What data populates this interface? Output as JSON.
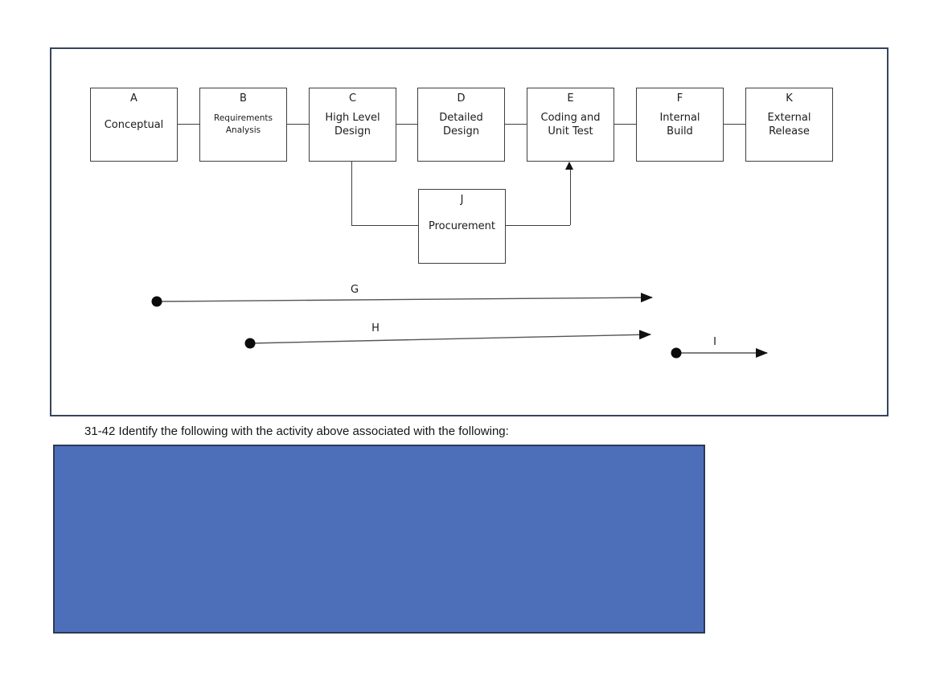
{
  "diagram": {
    "boxes": [
      {
        "letter": "A",
        "line1": "Conceptual",
        "line2": ""
      },
      {
        "letter": "B",
        "line1": "Requirements",
        "line2": "Analysis"
      },
      {
        "letter": "C",
        "line1": "High Level",
        "line2": "Design"
      },
      {
        "letter": "D",
        "line1": "Detailed",
        "line2": "Design"
      },
      {
        "letter": "E",
        "line1": "Coding and",
        "line2": "Unit Test"
      },
      {
        "letter": "F",
        "line1": "Internal",
        "line2": "Build"
      },
      {
        "letter": "K",
        "line1": "External",
        "line2": "Release"
      }
    ],
    "procurement_box": {
      "letter": "J",
      "line1": "Procurement"
    },
    "standalone_arrows": [
      {
        "label": "G"
      },
      {
        "label": "H"
      },
      {
        "label": "I"
      }
    ]
  },
  "question": {
    "text": "31-42 Identify the following with the activity above associated with the following:"
  },
  "colors": {
    "answer_box_fill": "#4d6eb9",
    "answer_box_border": "#2c3a55",
    "frame_border": "#35455c",
    "box_border": "#3f3f3f",
    "line_color": "#3f3f3f",
    "arrow_color": "#111111",
    "text_color": "#1c1c1c"
  }
}
